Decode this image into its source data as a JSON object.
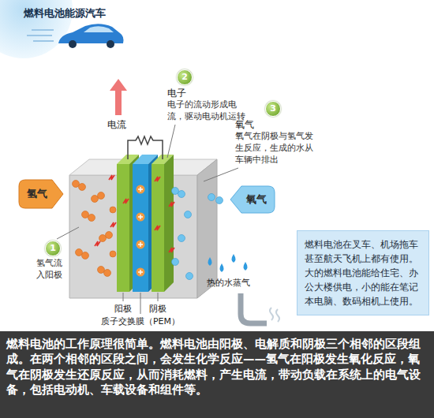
{
  "diagram": {
    "title": "燃料电池能源汽车",
    "caption": "燃料电池的工作原理很简单。燃料电池由阳极、电解质和阴极三个相邻的区段组成。在两个相邻的区段之间，会发生化学反应——氢气在阳极发生氧化反应，氧气在阴极发生还原反应，从而消耗燃料，产生电流，带动负载在系统上的电气设备，包括电动机、车载设备和组件等。",
    "nodes": [
      {
        "text": [
          "2",
          "电子",
          "电子的流动形成电流，驱动电动机运转"
        ]
      },
      {
        "text": [
          "3",
          "氧气",
          "氧气在阴极与氢气发生反应，生成的水从车辆中排出"
        ]
      },
      {
        "text": [
          "氢气"
        ]
      },
      {
        "text": [
          "氧气"
        ]
      },
      {
        "text": [
          "1",
          "氢气流入阳极"
        ]
      },
      {
        "text": [
          "燃料电池在叉车、机场拖车甚至航天飞机上都有使用。大的燃料电池能给住宅、办公大楼供电，小的能在笔记本电脑、数码相机上使用。"
        ]
      }
    ],
    "labels": [
      "电流",
      "热的水蒸气",
      "阳极",
      "阴极",
      "质子交换膜（PEM）"
    ]
  }
}
